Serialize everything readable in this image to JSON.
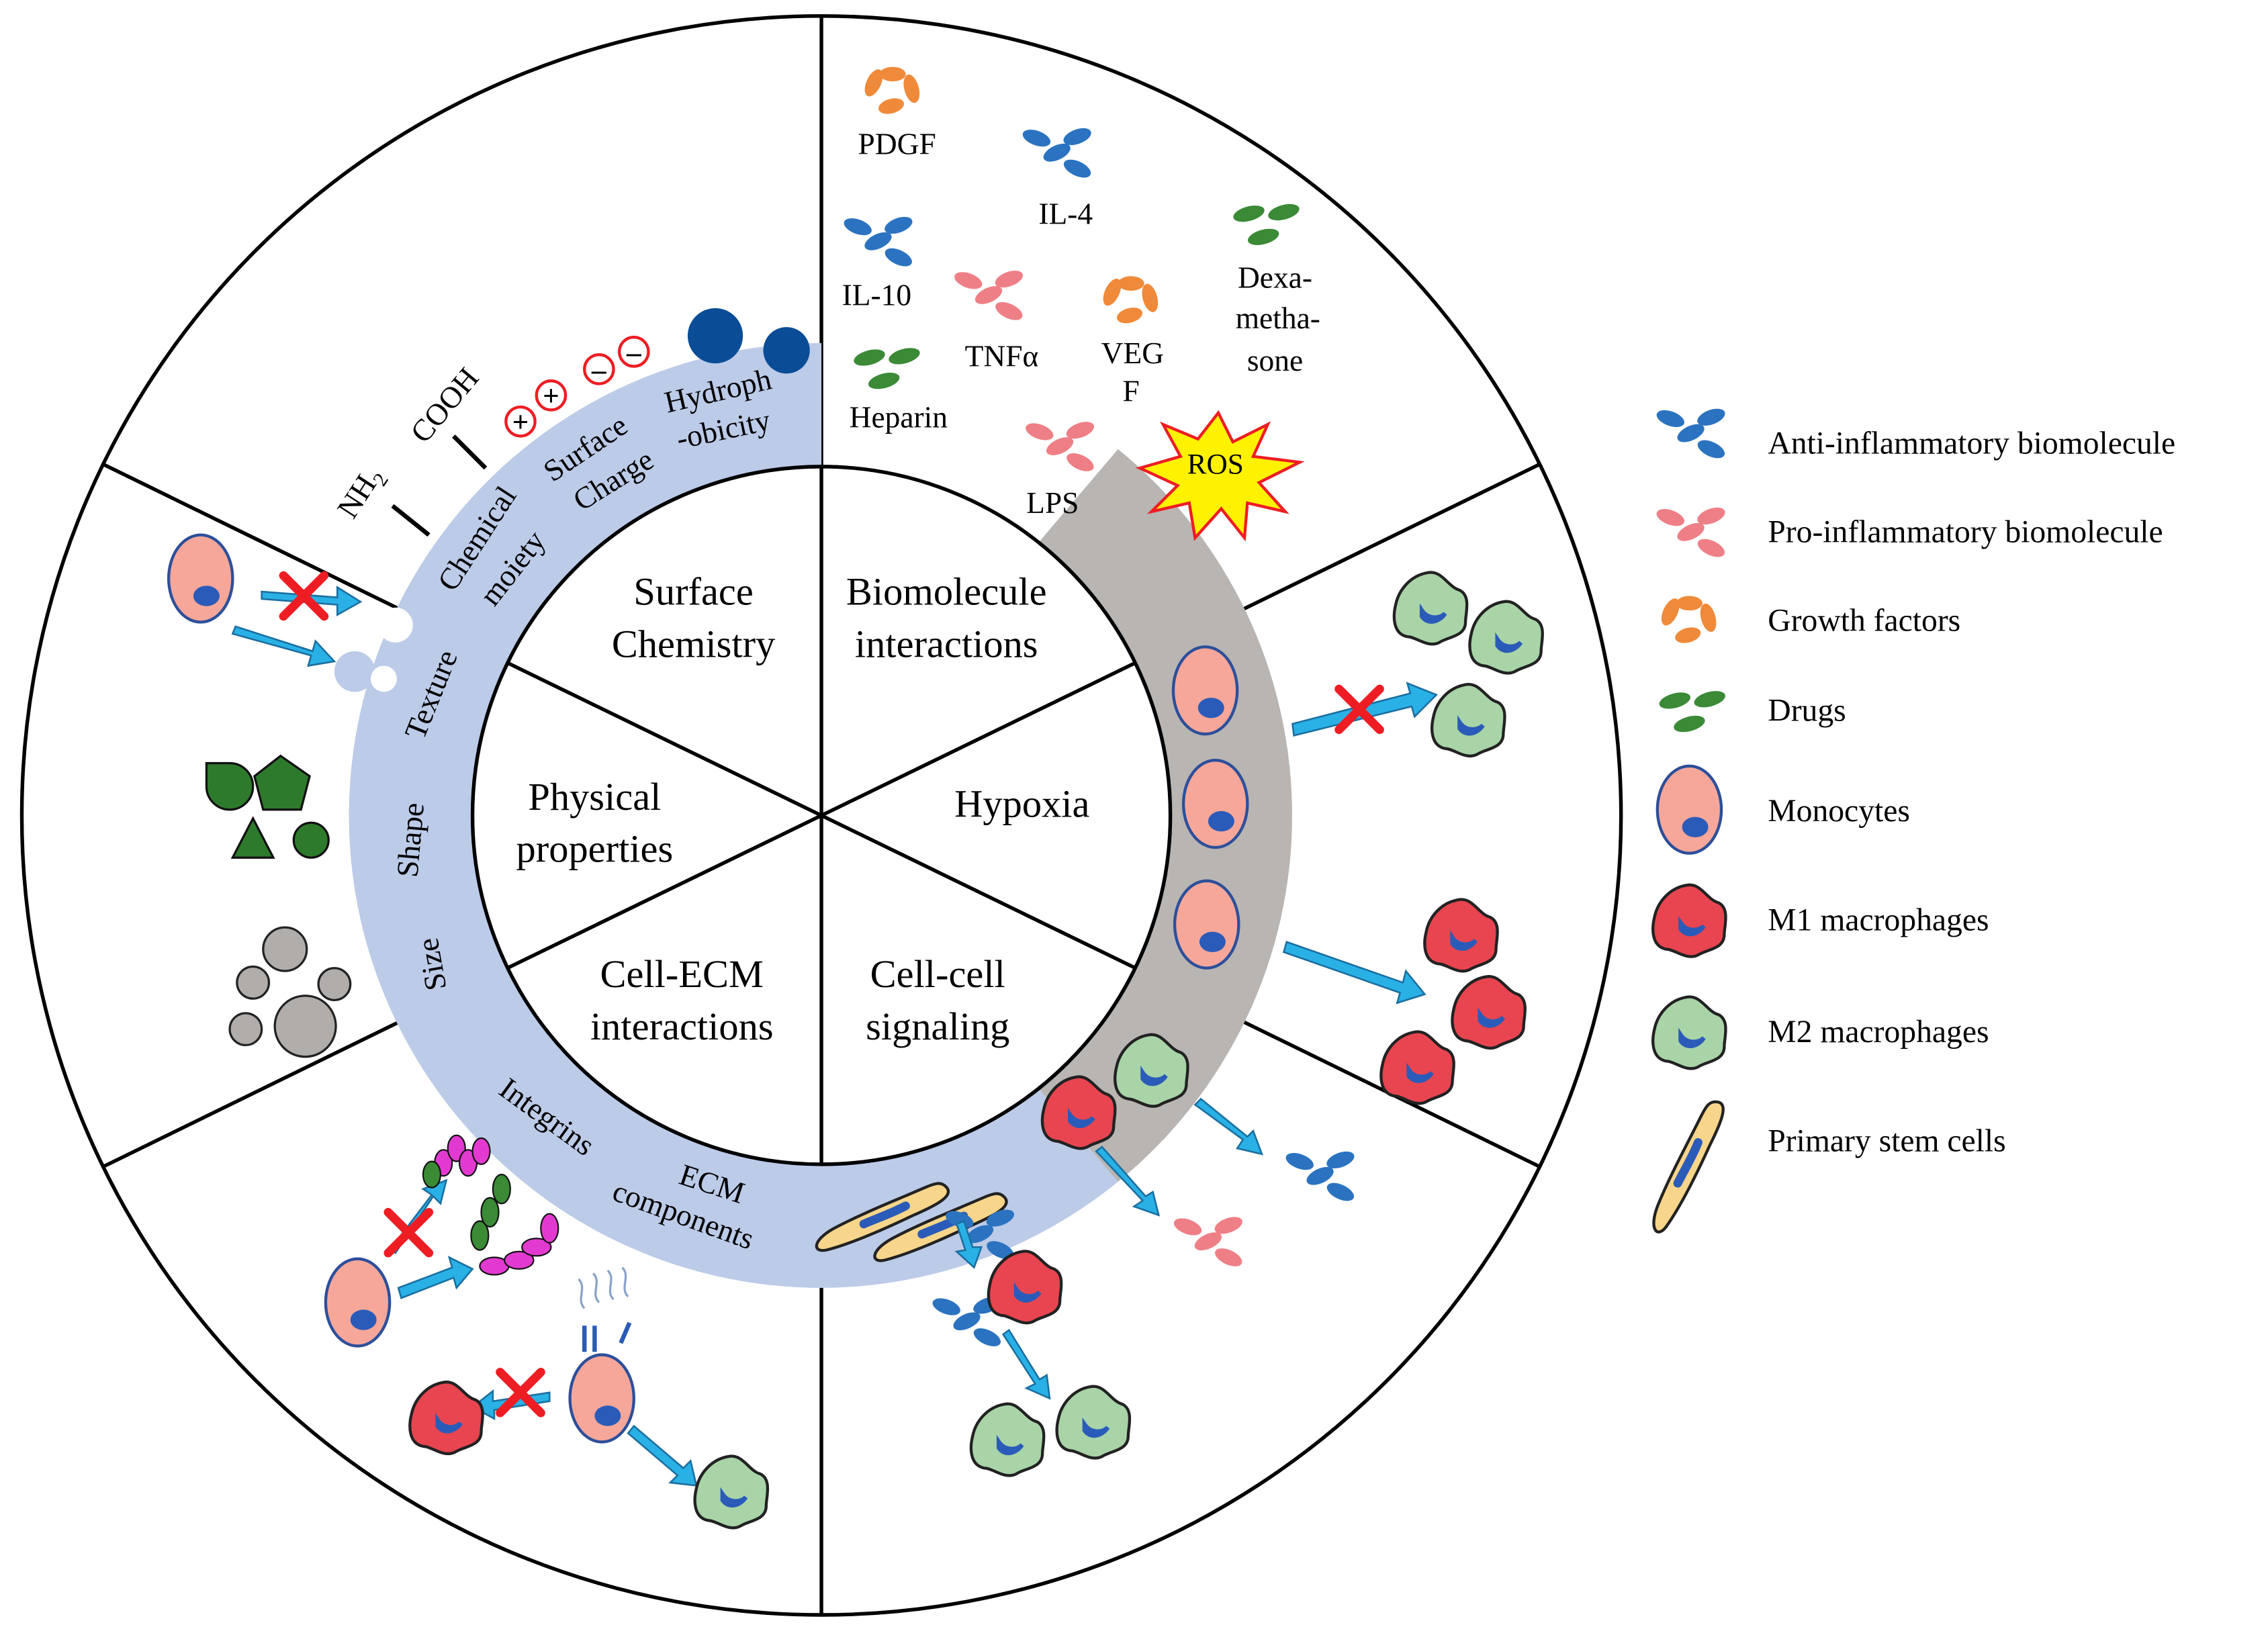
{
  "colors": {
    "ring_blue": "#bccbe8",
    "ring_gray": "#b8b5b3",
    "anti": "#2b73c0",
    "pro": "#ef7f86",
    "growth": "#ef8a3a",
    "drug": "#3a8a36",
    "monocyte_fill": "#f6a79a",
    "monocyte_nucleus": "#2b5bb8",
    "m1_fill": "#e84550",
    "m2_fill": "#a8d4a8",
    "stem_fill": "#f7d58a",
    "arrow": "#29b1e6",
    "cross": "#ee1d23",
    "ros_fill": "#fff200",
    "ros_stroke": "#ee1d23",
    "dark_blue": "#0a4d96",
    "shape_green": "#2e7a2c",
    "particle_gray": "#b0adab",
    "magenta": "#e23ad0"
  },
  "sectors": {
    "surface_chemistry": {
      "line1": "Surface",
      "line2": "Chemistry"
    },
    "biomolecule_interactions": {
      "line1": "Biomolecule",
      "line2": "interactions"
    },
    "physical_properties": {
      "line1": "Physical",
      "line2": "properties"
    },
    "hypoxia": {
      "line1": "Hypoxia"
    },
    "cell_ecm": {
      "line1": "Cell-ECM",
      "line2": "interactions"
    },
    "cell_cell": {
      "line1": "Cell-cell",
      "line2": "signaling"
    }
  },
  "ring_labels": {
    "chemical": "Chemical",
    "moiety": "moiety",
    "surface": "Surface",
    "charge": "Charge",
    "hydroph": "Hydroph",
    "obicity": "-obicity",
    "texture": "Texture",
    "shape": "Shape",
    "size": "Size",
    "integrins": "Integrins",
    "ecm": "ECM",
    "components": "components"
  },
  "chem": {
    "nh2": "NH",
    "sub2": "2",
    "cooh": "COOH"
  },
  "molecules": {
    "pdgf": "PDGF",
    "il4": "IL-4",
    "il10": "IL-10",
    "tnf": "TNFα",
    "veg": "VEG",
    "f": "F",
    "dexa1": "Dexa-",
    "dexa2": "metha-",
    "dexa3": "sone",
    "heparin": "Heparin",
    "lps": "LPS",
    "ros": "ROS"
  },
  "legend": [
    {
      "label": "Anti-inflammatory biomolecule",
      "icon": "anti-inflammatory-icon"
    },
    {
      "label": "Pro-inflammatory biomolecule",
      "icon": "pro-inflammatory-icon"
    },
    {
      "label": "Growth factors",
      "icon": "growth-factor-icon"
    },
    {
      "label": "Drugs",
      "icon": "drug-icon"
    },
    {
      "label": "Monocytes",
      "icon": "monocyte-icon"
    },
    {
      "label": "M1 macrophages",
      "icon": "m1-macrophage-icon"
    },
    {
      "label": "M2 macrophages",
      "icon": "m2-macrophage-icon"
    },
    {
      "label": "Primary stem cells",
      "icon": "stem-cell-icon"
    }
  ]
}
